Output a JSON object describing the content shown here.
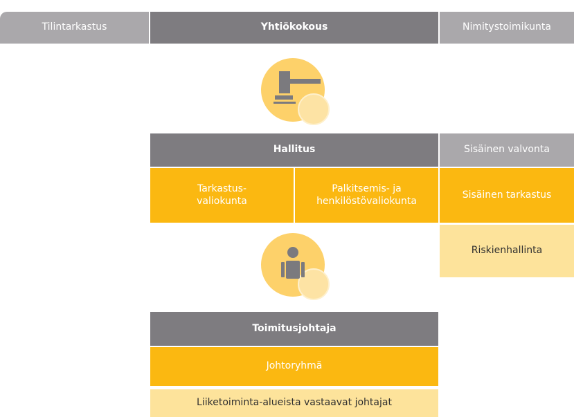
{
  "top_row": {
    "audit": "Tilintarkastus",
    "general_meeting": "Yhtiökokous",
    "nomination_board": "Nimitystoimikunta"
  },
  "board": {
    "title": "Hallitus",
    "internal_control": "Sisäinen valvonta",
    "audit_committee_line1": "Tarkastus-",
    "audit_committee_line2": "valiokunta",
    "hr_committee_line1": "Palkitsemis- ja",
    "hr_committee_line2": "henkilöstövaliokunta",
    "internal_audit": "Sisäinen tarkastus",
    "risk_management": "Riskienhallinta"
  },
  "management": {
    "ceo": "Toimitusjohtaja",
    "management_team": "Johtoryhmä",
    "business_heads": "Liiketoiminta-alueista vastaavat johtajat"
  },
  "icons": [
    "gavel-icon",
    "person-icon"
  ],
  "colors": {
    "gray_light": "#aaa8ab",
    "gray_dark": "#7e7c80",
    "orange": "#fbb811",
    "pale_yellow": "#fde39b",
    "icon_gray": "#7b7a7e"
  }
}
